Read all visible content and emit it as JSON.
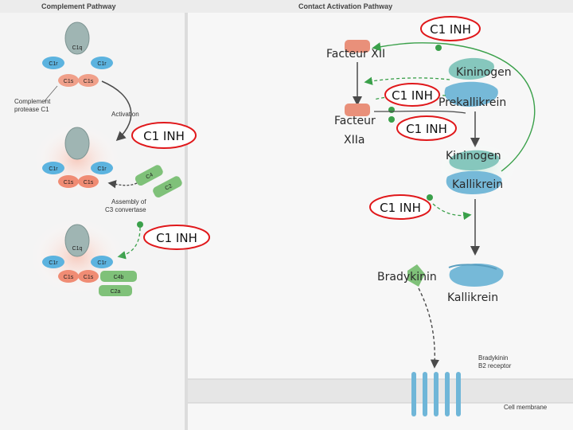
{
  "headers": {
    "left": "Complement Pathway",
    "right": "Contact Activation Pathway"
  },
  "complement": {
    "c1q": "C1q",
    "c1r": "C1r",
    "c1s": "C1s",
    "protease_label_1": "Complement",
    "protease_label_2": "protease C1",
    "activation": "Activation",
    "assembly_1": "Assembly of",
    "assembly_2": "C3 convertase",
    "c4": "C4",
    "c2": "C2",
    "c4b": "C4b",
    "c2a": "C2a"
  },
  "contact": {
    "facteur_xii": "Facteur XII",
    "facteur_xiia_1": "Facteur",
    "facteur_xiia_2": "XIIa",
    "kininogen_top": "Kininogen",
    "prekallikrein": "Prekallikrein",
    "kininogen_mid": "Kininogen",
    "kallikrein_mid": "Kallikrein",
    "bradykinin": "Bradykinin",
    "kallikrein_low": "Kallikrein",
    "receptor_1": "Bradykinin",
    "receptor_2": "B2 receptor",
    "membrane": "Cell membrane"
  },
  "inhibitor": {
    "label_top": "C1 INH",
    "label_mid_a": "C1 INH",
    "label_mid_b": "C1 INH",
    "label_left": "C1 INH",
    "label_kal": "C1 INH",
    "label_low": "C1 INH"
  },
  "colors": {
    "inh_ring": "#e0181b",
    "c1q": "#9fb5b3",
    "c1r": "#5cb3df",
    "c1s": "#f0a08a",
    "c4": "#7fc179",
    "factor": "#e9907a",
    "kallikrein": "#76b9d8",
    "kininogen": "#86c7bd",
    "panel_bg": "#f3f3f3",
    "arrow": "#4a4a4a",
    "inhibit_arrow": "#3aa04a"
  }
}
